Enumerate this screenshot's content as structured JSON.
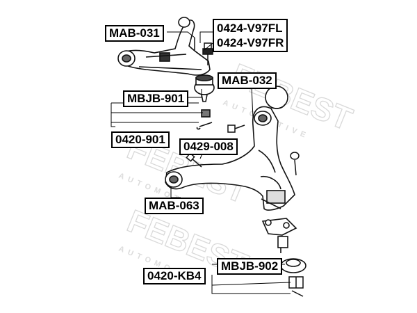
{
  "watermark": {
    "brand": "FEBEST",
    "sub": "AUTOMOTIVE"
  },
  "labels": {
    "mab_031": "MAB-031",
    "v97fl": "0424-V97FL",
    "v97fr": "0424-V97FR",
    "mab_032": "MAB-032",
    "mbjb_901": "MBJB-901",
    "p0420_901": "0420-901",
    "p0429_008": "0429-008",
    "mab_063": "MAB-063",
    "mbjb_902": "MBJB-902",
    "kb4": "0420-KB4"
  }
}
